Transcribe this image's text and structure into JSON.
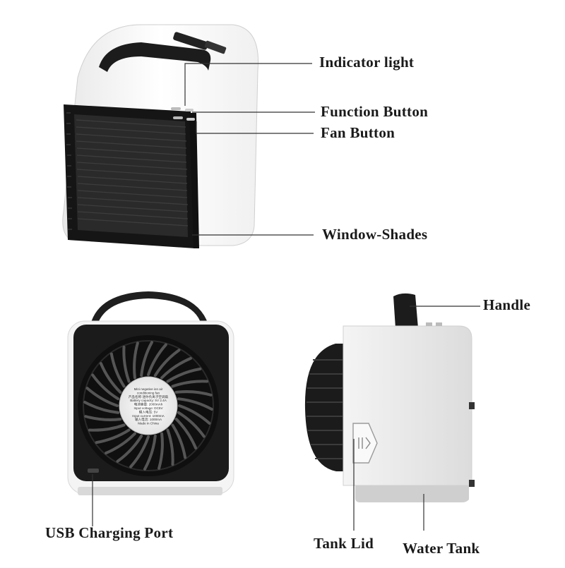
{
  "labels": {
    "indicator_light": "Indicator light",
    "function_button": "Function Button",
    "fan_button": "Fan Button",
    "window_shades": "Window-Shades",
    "handle": "Handle",
    "usb_charging_port": "USB Charging Port",
    "tank_lid": "Tank Lid",
    "water_tank": "Water Tank"
  },
  "fan_label_lines": [
    "Mini negative ion air",
    "conditioning fan",
    "产品名称:迷你负离子空调扇",
    "Battery capacity: 5V 2.4A",
    "电池容量: 2000mAh",
    "Input voltage: DC5V",
    "输入电压: 5V",
    "Input current: 1000mA",
    "输入电流: 1000mA",
    "Made in China"
  ]
}
